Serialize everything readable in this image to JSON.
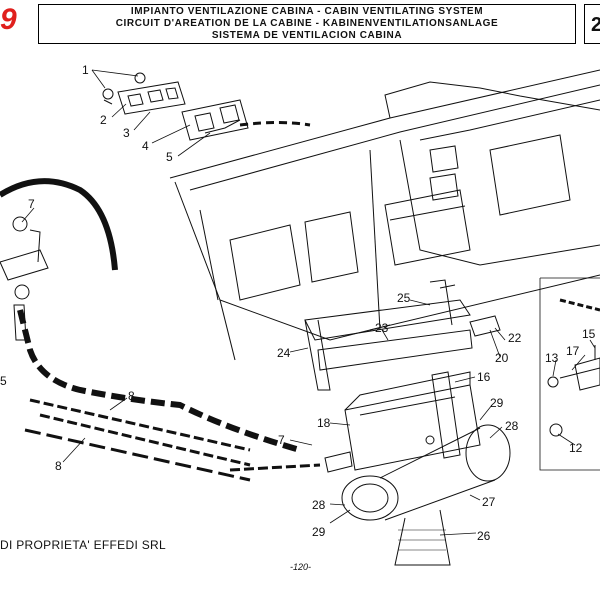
{
  "header": {
    "logo_text": "9",
    "title_it": "IMPIANTO VENTILAZIONE CABINA - CABIN VENTILATING SYSTEM",
    "title_fr_de": "CIRCUIT D'AREATION DE LA CABINE - KABINENVENTILATIONSANLAGE",
    "title_es": "SISTEMA DE VENTILACION CABINA",
    "page_box_text": "2"
  },
  "footer": {
    "copyright": "DI PROPRIETA' EFFEDI SRL",
    "page_number": "-120-"
  },
  "callouts": {
    "c1": "1",
    "c2": "2",
    "c3": "3",
    "c4": "4",
    "c5": "5",
    "c5b": "5",
    "c7a": "7",
    "c7b": "7",
    "c8a": "8",
    "c8b": "8",
    "c12": "12",
    "c13": "13",
    "c15": "15",
    "c16": "16",
    "c17": "17",
    "c18": "18",
    "c20": "20",
    "c22": "22",
    "c23": "23",
    "c24": "24",
    "c25": "25",
    "c26": "26",
    "c27": "27",
    "c28a": "28",
    "c28b": "28",
    "c29a": "29",
    "c29b": "29"
  },
  "colors": {
    "line": "#111111",
    "logo": "#e0201d"
  }
}
